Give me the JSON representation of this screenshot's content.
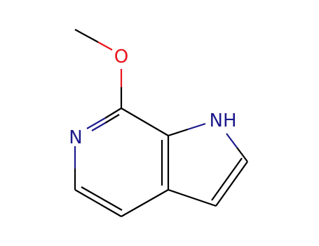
{
  "molecule": {
    "atoms": {
      "oxygen": "O",
      "pyridine_nitrogen": "N",
      "pyrrole_nitrogen": "NH"
    },
    "colors": {
      "bond": "#000000",
      "oxygen": "#e8141c",
      "nitrogen": "#1c1a8c",
      "background": "#ffffff"
    }
  }
}
